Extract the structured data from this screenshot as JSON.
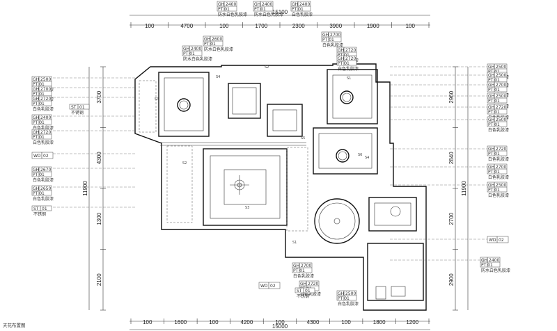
{
  "top_dims": {
    "values": [
      "100",
      "4700",
      "100",
      "1700",
      "2300",
      "3900",
      "1900",
      "100"
    ],
    "total": "15100"
  },
  "bottom_dims": {
    "values": [
      "100",
      "1600",
      "100",
      "4200",
      "100",
      "4300",
      "100",
      "1800",
      "1200"
    ],
    "total": "15000"
  },
  "left_dims": {
    "values": [
      "3700",
      "4300",
      "1300",
      "2100"
    ],
    "total": "11900"
  },
  "right_dims": {
    "values": [
      "2960",
      "2840",
      "2700",
      "2900"
    ],
    "total": "11900"
  },
  "corner_label": "天花布置图",
  "tags": [
    {
      "code": "GH",
      "ht": "2400",
      "mat": "PT 01",
      "desc": "防水白色乳胶漆"
    },
    {
      "code": "GH",
      "ht": "2400",
      "mat": "PT 01",
      "desc": "防水白色乳胶漆"
    },
    {
      "code": "GH",
      "ht": "2400",
      "mat": "PT 01",
      "desc": "白色乳胶漆"
    },
    {
      "code": "GH",
      "ht": "2600",
      "mat": "PT 01",
      "desc": "防水白色乳胶漆"
    },
    {
      "code": "GH",
      "ht": "2400",
      "mat": "PT 01",
      "desc": "防水白色乳胶漆"
    },
    {
      "code": "GH",
      "ht": "2700",
      "mat": "PT 01",
      "desc": "白色乳胶漆"
    },
    {
      "code": "GH",
      "ht": "2720",
      "mat": "PT 01",
      "desc": "白色乳胶漆"
    },
    {
      "code": "GH",
      "ht": "2720",
      "mat": "PT 01",
      "desc": "白色乳胶漆"
    },
    {
      "code": "GH",
      "ht": "2500",
      "mat": "PT 01",
      "desc": "白色乳胶漆"
    },
    {
      "code": "ST",
      "ht": "01",
      "mat": "",
      "desc": "不锈钢"
    },
    {
      "code": "GH",
      "ht": "2500",
      "mat": "PT 01",
      "desc": "白色乳胶漆"
    },
    {
      "code": "WD",
      "ht": "02",
      "mat": "",
      "desc": ""
    },
    {
      "code": "GH",
      "ht": "2670",
      "mat": "PT 01",
      "desc": "白色乳胶漆"
    },
    {
      "code": "GH",
      "ht": "2650",
      "mat": "PT 01",
      "desc": "白色乳胶漆"
    },
    {
      "code": "ST",
      "ht": "01",
      "mat": "",
      "desc": "不锈钢"
    },
    {
      "code": "GH",
      "ht": "2500",
      "mat": "PT 01",
      "desc": "白色乳胶漆"
    },
    {
      "code": "GH",
      "ht": "2700",
      "mat": "PT 01",
      "desc": "白色乳胶漆"
    },
    {
      "code": "GH",
      "ht": "2720",
      "mat": "PT 01",
      "desc": "白色乳胶漆"
    },
    {
      "code": "GH",
      "ht": "2400",
      "mat": "PT 01",
      "desc": "白色乳胶漆"
    },
    {
      "code": "GH",
      "ht": "2720",
      "mat": "PT 01",
      "desc": "白色乳胶漆"
    },
    {
      "code": "GH",
      "ht": "2700",
      "mat": "PT 01",
      "desc": "白色乳胶漆"
    },
    {
      "code": "GH",
      "ht": "2500",
      "mat": "PT 01",
      "desc": "白色乳胶漆"
    },
    {
      "code": "GH",
      "ht": "2720",
      "mat": "PT 01",
      "desc": "白色乳胶漆"
    },
    {
      "code": "GH",
      "ht": "2500",
      "mat": "PT 01",
      "desc": "白色乳胶漆"
    },
    {
      "code": "WD",
      "ht": "02",
      "mat": "",
      "desc": ""
    },
    {
      "code": "GH",
      "ht": "2400",
      "mat": "PT 01",
      "desc": "防水白色乳胶漆"
    },
    {
      "code": "GH",
      "ht": "2720",
      "mat": "PT 01",
      "desc": "白色乳胶漆"
    },
    {
      "code": "GH",
      "ht": "2700",
      "mat": "PT 01",
      "desc": "白色乳胶漆"
    },
    {
      "code": "GH",
      "ht": "2500",
      "mat": "PT 01",
      "desc": "白色乳胶漆"
    },
    {
      "code": "WD",
      "ht": "02",
      "mat": "",
      "desc": ""
    },
    {
      "code": "GH",
      "ht": "2700",
      "mat": "PT 01",
      "desc": "白色乳胶漆"
    },
    {
      "code": "GH",
      "ht": "2720",
      "mat": "PT 01",
      "desc": "白色乳胶漆"
    },
    {
      "code": "ST",
      "ht": "01",
      "mat": "",
      "desc": "不锈钢"
    },
    {
      "code": "GH",
      "ht": "2500",
      "mat": "PT 01",
      "desc": "白色乳胶漆"
    }
  ],
  "room_marks": [
    "S1",
    "S2",
    "S3",
    "S4",
    "S5",
    "S6"
  ]
}
